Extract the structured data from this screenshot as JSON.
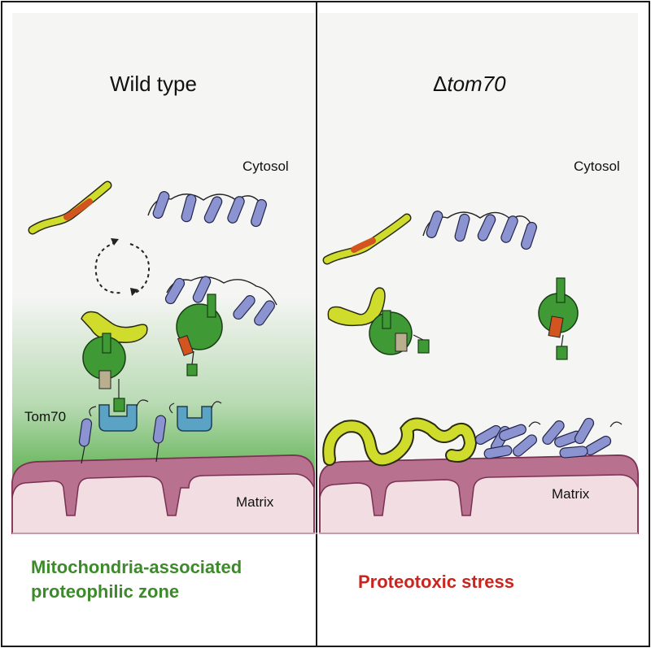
{
  "left_panel": {
    "title": "Wild type",
    "compartment_top": "Cytosol",
    "receptor_label": "Tom70",
    "compartment_bottom": "Matrix",
    "caption": "Mitochondria-associated\nproteophilic zone"
  },
  "right_panel": {
    "title_symbol": "Δ",
    "title_gene": "tom70",
    "compartment_top": "Cytosol",
    "compartment_bottom": "Matrix",
    "caption": "Proteotoxic stress"
  },
  "colors": {
    "zone_green": "#48a83a",
    "caption_green": "#3c8a2a",
    "caption_red": "#c8261e",
    "membrane": "#b8718f",
    "matrix": "#f2dde3",
    "chaperone": "#3f9a36",
    "tom70": "#5aa3c4",
    "helix": "#8b93d1",
    "client_yellow": "#cfdc2c",
    "client_red": "#d2551f"
  }
}
